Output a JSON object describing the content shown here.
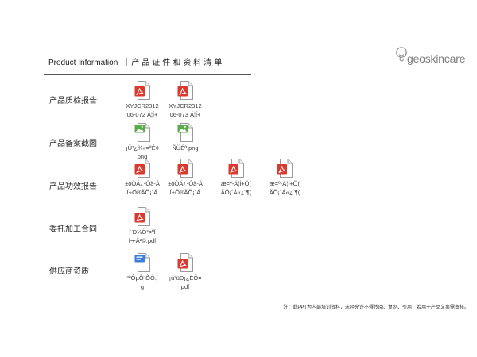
{
  "header": {
    "title_en": "Product Information",
    "separator": "｜",
    "title_cn": "产品证件和资料清单"
  },
  "logo": {
    "text": "geoskincare",
    "icon": "geoskincare-logo-icon"
  },
  "colors": {
    "pdf": "#d93a2e",
    "png": "#5aab4a",
    "image": "#3b7dd8",
    "rule": "#555555"
  },
  "rows": [
    {
      "label": "产品质检报告",
      "files": [
        {
          "icon": "pdf-file-icon",
          "lines": [
            "XYJCR2312",
            "06-072 Á¦Í+"
          ]
        },
        {
          "icon": "pdf-file-icon",
          "lines": [
            "XYJCR2312",
            "06-073 Á¦Í+"
          ]
        }
      ]
    },
    {
      "label": "产品备案截图",
      "files": [
        {
          "icon": "png-file-icon",
          "lines": [
            "¡Ü²¿¾«=ªÉ¢",
            "png"
          ]
        },
        {
          "icon": "png-file-icon",
          "lines": [
            "ÑÜÉª.png"
          ]
        }
      ]
    },
    {
      "label": "产品功效报告",
      "files": [
        {
          "icon": "pdf-file-icon",
          "lines": [
            "±ôÔÁ¿³Ôà-Á",
            "Í+Õ®ÃÕ¡¨Á"
          ]
        },
        {
          "icon": "pdf-file-icon",
          "lines": [
            "±ôÔÁ¿³Ôà-Á",
            "Í+Õ®ÃÕ¡¨Á"
          ]
        },
        {
          "icon": "pdf-file-icon",
          "lines": [
            "æ=º-Á¦Í+Õ(",
            "ÃÕ¡¨Á«¿¨¶("
          ]
        },
        {
          "icon": "pdf-file-icon",
          "lines": [
            "æ=º-Á¦Í+Õ(",
            "ÃÕ¡¨Á«¿¨¶("
          ]
        }
      ]
    },
    {
      "label": "委托加工合同",
      "files": [
        {
          "icon": "pdf-file-icon",
          "lines": [
            "¦¨Ð¼Ö³¤ºÏ",
            "Í¬-Â²©.pdf"
          ]
        }
      ]
    },
    {
      "label": "供应商资质",
      "files": [
        {
          "icon": "image-file-icon",
          "lines": [
            "³ªÔµÕ¨ÕÖ.j",
            "g"
          ]
        },
        {
          "icon": "pdf-file-icon",
          "lines": [
            "¡ú²üÐ¡¿ÉÖ¤",
            "pdf"
          ]
        }
      ]
    }
  ],
  "footer_note": "注：此PPT为内部培训资料，未经允许不得传阅、复制、引用，若用于产品文案需审核。"
}
